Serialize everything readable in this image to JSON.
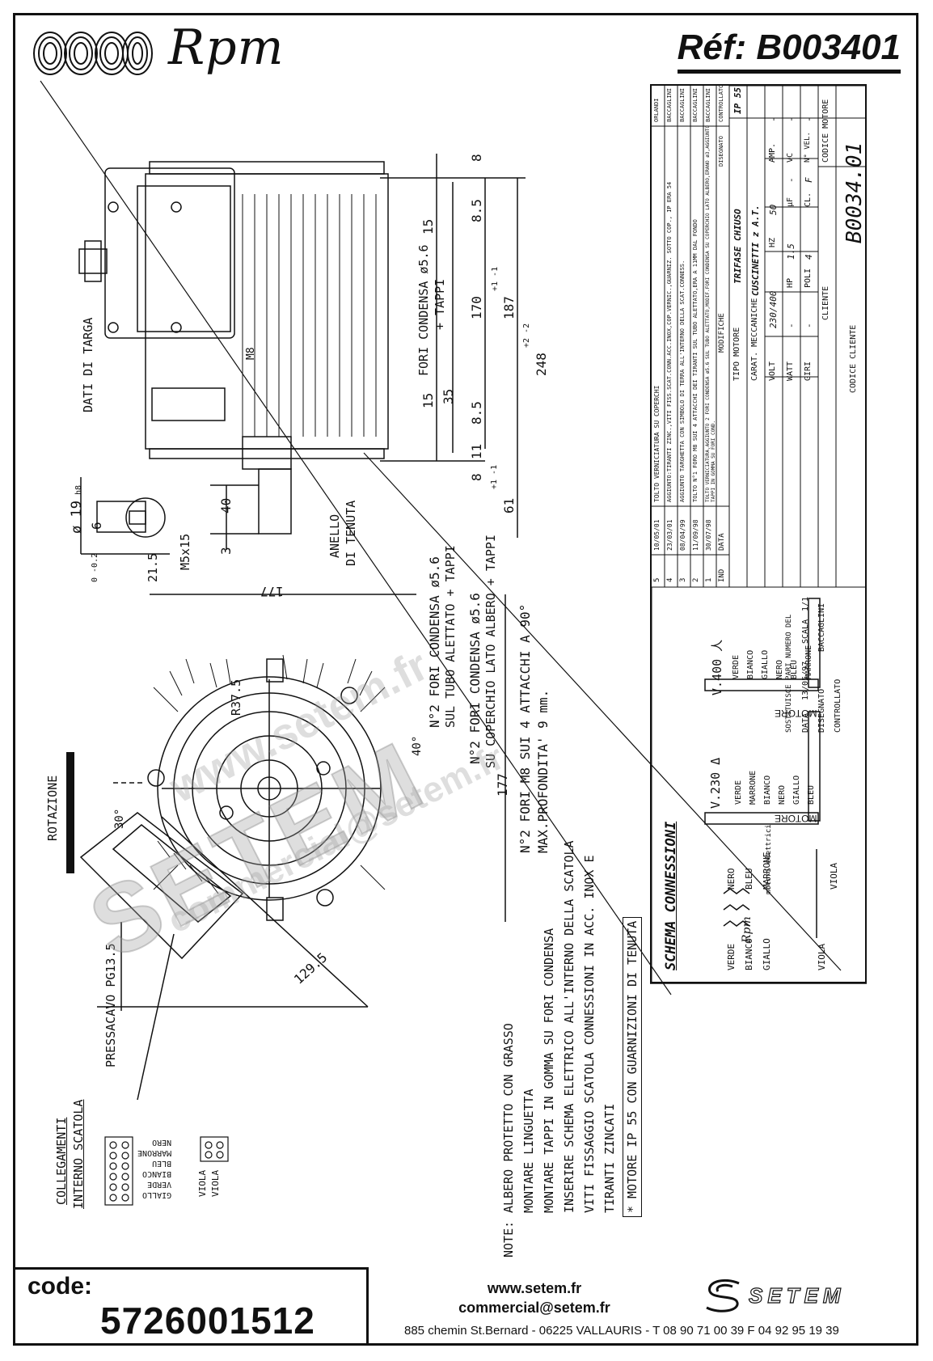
{
  "header": {
    "brand": "Rpm",
    "reference": "Réf:  B003401"
  },
  "drawing": {
    "labels": {
      "dati_targa": "DATI DI TARGA",
      "m8": "M8",
      "fori_condensa_top": "FORI CONDENSA ø5.6",
      "tappi": "+ TAPPI",
      "anello": "ANELLO",
      "di_tenuta": "DI TENUTA",
      "rotazione": "ROTAZIONE",
      "pressacavo": "PRESSACAVO PG13.5",
      "fori_m8": "N°2 FORI M8 SUI 4 ATTACCHI A 90°",
      "max_prof": "MAX.PROFONDITA' 9 mm.",
      "fori_lato_albero": "N°2 FORI CONDENSA ø5.6",
      "lato_albero": "SU COPERCHIO LATO ALBERO + TAPPI",
      "fori_tubo": "N°2 FORI CONDENSA ø5.6",
      "tubo_alettato": "SUL TUBO ALETTATO + TAPPI",
      "m5x15": "M5x15",
      "shaft_dia": "ø 19",
      "h8": "h8"
    },
    "dimensions": {
      "d8_top": "8",
      "d8_5_top": "8.5",
      "d15_top": "15",
      "d170": "170",
      "d187": "187",
      "d187_tol": "+1 -1",
      "d248": "248",
      "d248_tol": "+2 -2",
      "d15_low": "15",
      "d35": "35",
      "d8_5_low": "8.5",
      "d11": "11",
      "d8_low": "8",
      "d61": "61",
      "d61_tol": "+1 -1",
      "d40": "40",
      "d3": "3",
      "d6": "6",
      "d21_5": "21.5",
      "d21_5_tol": "0 -0.2",
      "d177_h": "177",
      "d177_v": "177",
      "r37_5": "R37.5",
      "a40": "40°",
      "a30": "30°",
      "d129_5": "129.5"
    }
  },
  "collegamenti": {
    "title1": "COLLEGAMENTI",
    "title2": "INTERNO SCATOLA",
    "wires": [
      "NERO",
      "MARRONE",
      "BLEU",
      "BIANCO",
      "VERDE",
      "GIALLO"
    ],
    "viola": [
      "VIOLA",
      "VIOLA"
    ]
  },
  "notes": {
    "label": "NOTE:",
    "lines": [
      "ALBERO PROTETTO CON GRASSO",
      "MONTARE LINGUETTA",
      "MONTARE TAPPI IN GOMMA SU FORI CONDENSA",
      "INSERIRE SCHEMA ELETTRICO ALL'INTERNO DELLA SCATOLA",
      "VITI FISSAGGIO SCATOLA CONNESSIONI IN ACC. INOX E",
      "TIRANTI ZINCATI",
      "* MOTORE IP 55 CON GUARNIZIONI DI TENUTA"
    ]
  },
  "schema": {
    "title": "SCHEMA CONNESSIONI",
    "v230": "V.230 Δ",
    "v400": "V.400 人",
    "motore": "MOTORE",
    "wires_230": [
      "VERDE",
      "MARRONE",
      "BIANCO",
      "NERO",
      "GIALLO",
      "BLEU"
    ],
    "wires_400": [
      "VERDE",
      "BIANCO",
      "GIALLO",
      "NERO",
      "BLEU",
      "MARRONE"
    ],
    "coil_left": [
      "VERDE",
      "BIANCO",
      "GIALLO"
    ],
    "coil_right": [
      "NERO",
      "BLEU",
      "MARRONE"
    ],
    "viola": [
      "VIOLA",
      "VIOLA",
      "VIOLA"
    ]
  },
  "modifiche": {
    "rows": [
      {
        "n": "5",
        "data": "10/05/01",
        "text": "TOLTO VERNICIATURA SU COPERCHI",
        "by": "ORLANDI"
      },
      {
        "n": "4",
        "data": "23/03/01",
        "text": "AGGIUNTO:TIRANTI ZINC.,VITI FISS.SCAT.CONN.ACC.INOX,COP.VERNIC.,GUARNIZ. SOTTO COP., IP ERA 54",
        "by": "BACCAGLINI"
      },
      {
        "n": "3",
        "data": "08/04/99",
        "text": "AGGIUNTO TARGHETTA CON SIMBOLO DI TERRA ALL'INTERNO DELLA SCAT.CONNESS.",
        "by": "BACCAGLINI"
      },
      {
        "n": "2",
        "data": "11/09/98",
        "text": "TOLTO N°1 FORO M8 SUI 4 ATTACCHI DEI TIRANTI SUL TUBO ALETTATO,ERA A 11MM DAL FONDO",
        "by": "BACCAGLINI"
      },
      {
        "n": "1",
        "data": "30/07/98",
        "text": "TOLTO VERNICIATURA,AGGIUNTO 2 FORI CONDENSA ø5.6 SUL TUBO ALETTATO,MODIF.FORI CONDENSA SU COPERCHIO LATO ALBERO,ERANO ø3,AGGIUNTO TAPPI IN GOMMA SU FORI COND.",
        "by": "BACCAGLINI"
      }
    ],
    "header": {
      "ind": "IND",
      "data": "DATA",
      "modifiche": "MODIFICHE",
      "disegnato": "DISEGNATO",
      "controllato": "CONTROLLATO"
    }
  },
  "title_block": {
    "brand": "Rpm",
    "brand_sub": "motori elettrici",
    "tipo_motore_label": "TIPO MOTORE",
    "tipo_motore": "TRIFASE CHIUSO",
    "ip": "IP 55",
    "carat_label": "CARAT. MECCANICHE",
    "carat": "CUSCINETTI z A.T.",
    "volt_label": "VOLT",
    "volt": "230/400",
    "hz_label": "HZ",
    "hz": "50",
    "amp_label": "AMP.",
    "amp": "-",
    "watt_label": "WATT",
    "watt": "-",
    "hp_label": "HP",
    "hp": "1.5",
    "uf_label": "µF",
    "uf": "-",
    "vc_label": "VC",
    "vc": "-",
    "giri_label": "GIRI",
    "giri": "-",
    "poli_label": "POLI",
    "poli": "4",
    "cl_label": "CL.",
    "cl": "F",
    "nvel_label": "N° VEL.",
    "nvel": "-",
    "sostituisce": "SOSTITUISCE PARI NUMERO DEL",
    "data_label": "DATA",
    "data": "13/05/97",
    "scala_label": "SCALA",
    "scala": "1/1",
    "cliente_label": "CLIENTE",
    "codice_motore_label": "CODICE MOTORE",
    "codice_motore": "B0034.01",
    "disegnato_label": "DISEGNATO",
    "disegnato": "BACCAGLINI",
    "controllato_label": "CONTROLLATO",
    "codice_cliente_label": "CODICE CLIENTE"
  },
  "watermark": {
    "big": "SETEM",
    "url": "www.setem.fr",
    "mail": "commercial@setem.fr"
  },
  "footer": {
    "code_label": "code:",
    "code": "5726001512",
    "web": "www.setem.fr",
    "email": "commercial@setem.fr",
    "address": "885 chemin St.Bernard  -  06225 VALLAURIS  -  T 08 90 71 00 39   F 04 92 95 19 39",
    "logo": "SETEM"
  }
}
